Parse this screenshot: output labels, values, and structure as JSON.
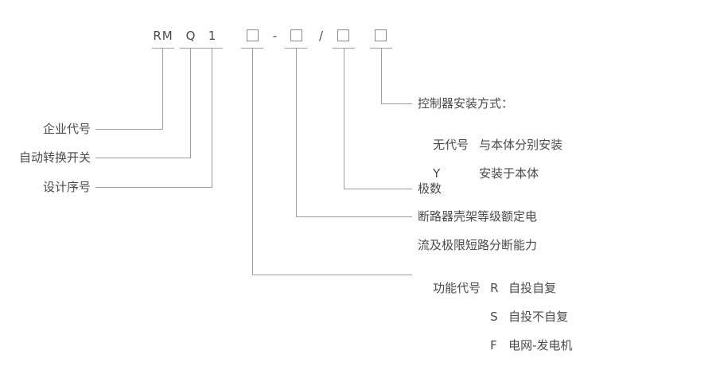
{
  "diagram": "RMQ1 automatic transfer switch model designation",
  "code": {
    "rm": "RM",
    "q": "Q",
    "one": "1",
    "dash": "-",
    "slash": "/"
  },
  "left_labels": {
    "enterprise": "企业代号",
    "ats": "自动转换开关",
    "design": "设计序号"
  },
  "right": {
    "controller_title": "控制器安装方式：",
    "controller_opt1_code": "无代号",
    "controller_opt1_desc": "与本体分别安装",
    "controller_opt2_code": "Y",
    "controller_opt2_desc": "安装于本体",
    "poles": "极数",
    "breaker_line1": "断路器壳架等级额定电",
    "breaker_line2": "流及极限短路分断能力",
    "function_label": "功能代号",
    "function_opt1_code": "R",
    "function_opt1_desc": "自投自复",
    "function_opt2_code": "S",
    "function_opt2_desc": "自投不自复",
    "function_opt3_code": "F",
    "function_opt3_desc": "电网-发电机"
  }
}
